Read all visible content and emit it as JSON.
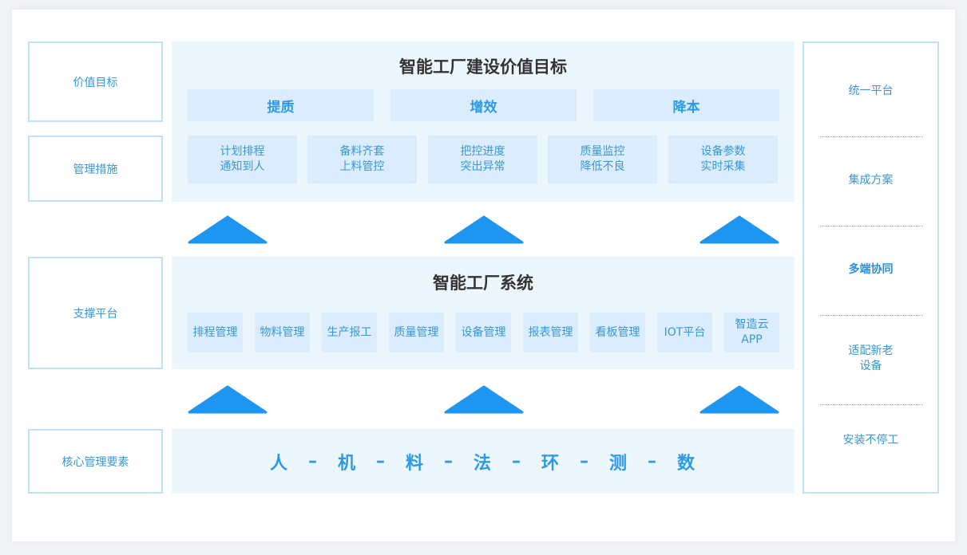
{
  "left_labels": [
    "价值目标",
    "管理措施",
    "支撑平台",
    "核心管理要素"
  ],
  "value_panel": {
    "title": "智能工厂建设价值目标",
    "goals": [
      "提质",
      "增效",
      "降本"
    ],
    "measures": [
      {
        "line1": "计划排程",
        "line2": "通知到人"
      },
      {
        "line1": "备料齐套",
        "line2": "上料管控"
      },
      {
        "line1": "把控进度",
        "line2": "突出异常"
      },
      {
        "line1": "质量监控",
        "line2": "降低不良"
      },
      {
        "line1": "设备参数",
        "line2": "实时采集"
      }
    ]
  },
  "system_panel": {
    "title": "智能工厂系统",
    "modules": [
      {
        "line1": "排程管理",
        "line2": ""
      },
      {
        "line1": "物料管理",
        "line2": ""
      },
      {
        "line1": "生产报工",
        "line2": ""
      },
      {
        "line1": "质量管理",
        "line2": ""
      },
      {
        "line1": "设备管理",
        "line2": ""
      },
      {
        "line1": "报表管理",
        "line2": ""
      },
      {
        "line1": "看板管理",
        "line2": ""
      },
      {
        "line1": "IOT平台",
        "line2": ""
      },
      {
        "line1": "智造云",
        "line2": "APP"
      }
    ]
  },
  "core_elements": [
    "人",
    "–",
    "机",
    "–",
    "料",
    "–",
    "法",
    "–",
    "环",
    "–",
    "测",
    "–",
    "数"
  ],
  "right_column": [
    {
      "line1": "统一平台",
      "line2": ""
    },
    {
      "line1": "集成方案",
      "line2": ""
    },
    {
      "line1": "多端协同",
      "line2": ""
    },
    {
      "line1": "适配新老",
      "line2": "设备"
    },
    {
      "line1": "安装不停工",
      "line2": ""
    }
  ],
  "colors": {
    "accent": "#2d9ae8",
    "arrow": "#1e95ef",
    "panel": "#ecf6fd",
    "tile": "#dbedfc",
    "border": "#bfe1f5"
  },
  "icons": [
    "up-arrow-icon"
  ]
}
